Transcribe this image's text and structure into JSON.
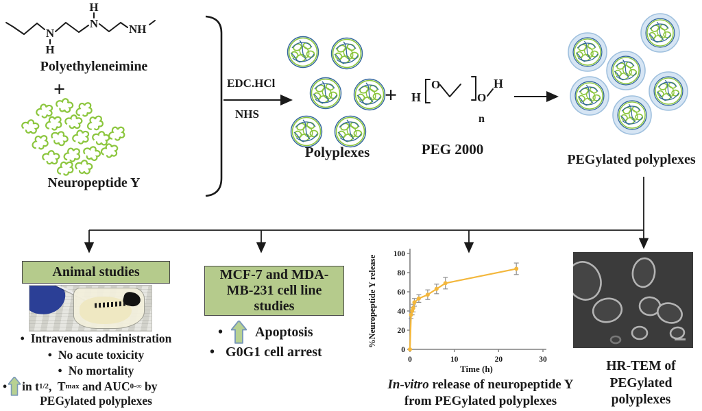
{
  "bullet": "•",
  "colors": {
    "box_green": "#b5cb8c",
    "box_border": "#4a4a4a",
    "npy_green": "#8cc63e",
    "strand_blue": "#33679b",
    "ring_fill": "#d6e5f4",
    "ring_edge": "#9fc0de",
    "chart_line": "#f3b73c",
    "error_gray": "#8f8f8f",
    "up_arrow_fill": "#b7d192",
    "up_arrow_edge": "#7a98b8",
    "tem_bg": "#3b3b3b",
    "ink": "#1a1a1a"
  },
  "scheme": {
    "reactant1": "Polyethyleneimine",
    "plus_top": "+",
    "reactant2": "Neuropeptide Y",
    "pei_atoms": {
      "n1": "N",
      "h1": "H",
      "n2": "N",
      "h2": "H",
      "nh": "NH"
    },
    "edc": "EDC.HCl",
    "nhs": "NHS",
    "polyplexes": "Polyplexes",
    "plus_mid": "+",
    "peg": {
      "h_left": "H",
      "o_left": "O",
      "o_right": "O",
      "h_right": "H",
      "n_sub": "n",
      "label": "PEG 2000"
    },
    "pegylated": "PEGylated polyplexes"
  },
  "animal": {
    "title": "Animal studies",
    "bullet1": "Intravenous administration",
    "bullet2": "No acute toxicity",
    "bullet3": "No mortality",
    "pk": {
      "pre": "in t",
      "s1": "1/2",
      "m1": ",  T",
      "s2": "max",
      "m2": " and AUC",
      "s3": "0-∞",
      "post": " by"
    },
    "pk_line2": "PEGylated polyplexes"
  },
  "cells": {
    "title_l1": "MCF-7 and MDA-",
    "title_l2": "MB-231 cell line",
    "title_l3": "studies",
    "bullet1": "Apoptosis",
    "bullet2": "G0G1 cell arrest"
  },
  "chart_data": {
    "type": "line",
    "x": [
      0,
      0.25,
      0.5,
      0.75,
      1,
      2,
      4,
      6,
      8,
      24
    ],
    "y": [
      0,
      36,
      40,
      43,
      49,
      53,
      57,
      63,
      69,
      84
    ],
    "yerr": [
      0,
      4,
      4,
      4,
      4,
      4,
      5,
      5,
      6,
      6
    ],
    "xlabel": "Time (h)",
    "ylabel": "%Neuropeptide Y release",
    "xlim": [
      0,
      30
    ],
    "ylim": [
      0,
      100
    ],
    "xticks": [
      0,
      10,
      20,
      30
    ],
    "yticks": [
      0,
      20,
      40,
      60,
      80,
      100
    ],
    "grid": false,
    "legend": null,
    "caption_italic": "In-vitro",
    "caption_rest": " release of neuropeptide Y",
    "caption_line2": "from PEGylated polyplexes"
  },
  "tem": {
    "line1": "HR-TEM of",
    "line2": "PEGylated",
    "line3": "polyplexes"
  }
}
